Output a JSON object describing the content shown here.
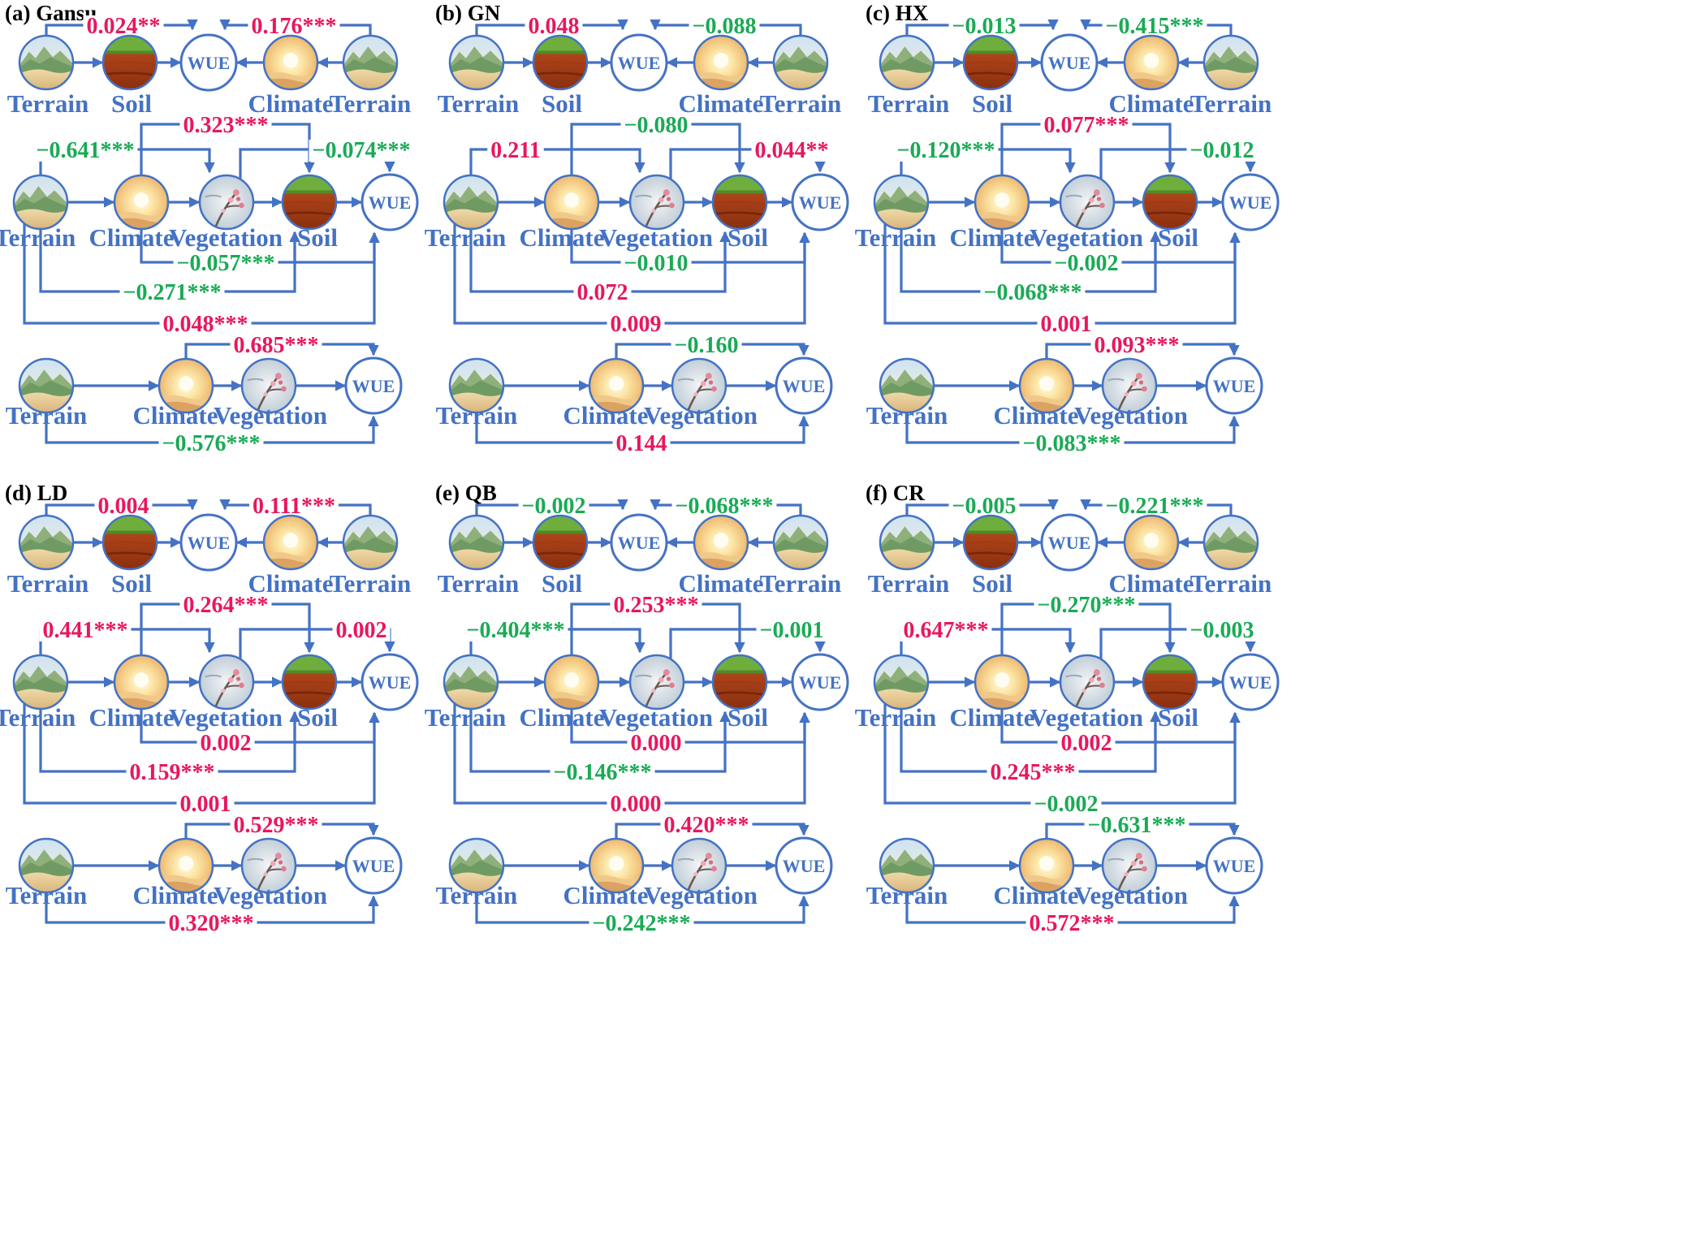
{
  "colors": {
    "line": "#4472c4",
    "positive": "#e8175d",
    "negative": "#1aaa55",
    "title": "#000000",
    "background": "#ffffff"
  },
  "labels": {
    "terrain": "Terrain",
    "soil": "Soil",
    "climate": "Climate",
    "vegetation": "Vegetation",
    "wue": "WUE"
  },
  "icons": {
    "terrain": "mountain-desert-icon",
    "soil": "soil-layers-icon",
    "climate": "sun-climate-icon",
    "vegetation": "vegetation-blossom-icon"
  },
  "panels": [
    {
      "title": "(a) Gansu",
      "coefs": [
        {
          "text": "0.024",
          "stars": "**",
          "sign": "pos"
        },
        {
          "text": "0.176",
          "stars": "***",
          "sign": "pos"
        },
        {
          "text": "−0.641",
          "stars": "***",
          "sign": "neg"
        },
        {
          "text": "0.323",
          "stars": "***",
          "sign": "pos"
        },
        {
          "text": "−0.074",
          "stars": "***",
          "sign": "neg"
        },
        {
          "text": "−0.057",
          "stars": "***",
          "sign": "neg"
        },
        {
          "text": "−0.271",
          "stars": "***",
          "sign": "neg"
        },
        {
          "text": "0.048",
          "stars": "***",
          "sign": "pos"
        },
        {
          "text": "0.685",
          "stars": "***",
          "sign": "pos"
        },
        {
          "text": "−0.576",
          "stars": "***",
          "sign": "neg"
        }
      ]
    },
    {
      "title": "(b) GN",
      "coefs": [
        {
          "text": "0.048",
          "stars": "",
          "sign": "pos"
        },
        {
          "text": "−0.088",
          "stars": "",
          "sign": "neg"
        },
        {
          "text": "0.211",
          "stars": "",
          "sign": "pos"
        },
        {
          "text": "−0.080",
          "stars": "",
          "sign": "neg"
        },
        {
          "text": "0.044",
          "stars": "**",
          "sign": "pos"
        },
        {
          "text": "−0.010",
          "stars": "",
          "sign": "neg"
        },
        {
          "text": "0.072",
          "stars": "",
          "sign": "pos"
        },
        {
          "text": "0.009",
          "stars": "",
          "sign": "pos"
        },
        {
          "text": "−0.160",
          "stars": "",
          "sign": "neg"
        },
        {
          "text": "0.144",
          "stars": "",
          "sign": "pos"
        }
      ]
    },
    {
      "title": "(c) HX",
      "coefs": [
        {
          "text": "−0.013",
          "stars": "",
          "sign": "neg"
        },
        {
          "text": "−0.415",
          "stars": "***",
          "sign": "neg"
        },
        {
          "text": "−0.120",
          "stars": "***",
          "sign": "neg"
        },
        {
          "text": "0.077",
          "stars": "***",
          "sign": "pos"
        },
        {
          "text": "−0.012",
          "stars": "",
          "sign": "neg"
        },
        {
          "text": "−0.002",
          "stars": "",
          "sign": "neg"
        },
        {
          "text": "−0.068",
          "stars": "***",
          "sign": "neg"
        },
        {
          "text": "0.001",
          "stars": "",
          "sign": "pos"
        },
        {
          "text": "0.093",
          "stars": "***",
          "sign": "pos"
        },
        {
          "text": "−0.083",
          "stars": "***",
          "sign": "neg"
        }
      ]
    },
    {
      "title": "(d) LD",
      "coefs": [
        {
          "text": "0.004",
          "stars": "",
          "sign": "pos"
        },
        {
          "text": "0.111",
          "stars": "***",
          "sign": "pos"
        },
        {
          "text": "0.441",
          "stars": "***",
          "sign": "pos"
        },
        {
          "text": "0.264",
          "stars": "***",
          "sign": "pos"
        },
        {
          "text": "0.002",
          "stars": "",
          "sign": "pos"
        },
        {
          "text": "0.002",
          "stars": "",
          "sign": "pos"
        },
        {
          "text": "0.159",
          "stars": "***",
          "sign": "pos"
        },
        {
          "text": "0.001",
          "stars": "",
          "sign": "pos"
        },
        {
          "text": "0.529",
          "stars": "***",
          "sign": "pos"
        },
        {
          "text": "0.320",
          "stars": "***",
          "sign": "pos"
        }
      ]
    },
    {
      "title": "(e) QB",
      "coefs": [
        {
          "text": "−0.002",
          "stars": "",
          "sign": "neg"
        },
        {
          "text": "−0.068",
          "stars": "***",
          "sign": "neg"
        },
        {
          "text": "−0.404",
          "stars": "***",
          "sign": "neg"
        },
        {
          "text": "0.253",
          "stars": "***",
          "sign": "pos"
        },
        {
          "text": "−0.001",
          "stars": "",
          "sign": "neg"
        },
        {
          "text": "0.000",
          "stars": "",
          "sign": "pos"
        },
        {
          "text": "−0.146",
          "stars": "***",
          "sign": "neg"
        },
        {
          "text": "0.000",
          "stars": "",
          "sign": "pos"
        },
        {
          "text": "0.420",
          "stars": "***",
          "sign": "pos"
        },
        {
          "text": "−0.242",
          "stars": "***",
          "sign": "neg"
        }
      ]
    },
    {
      "title": "(f) CR",
      "coefs": [
        {
          "text": "−0.005",
          "stars": "",
          "sign": "neg"
        },
        {
          "text": "−0.221",
          "stars": "***",
          "sign": "neg"
        },
        {
          "text": "0.647",
          "stars": "***",
          "sign": "pos"
        },
        {
          "text": "−0.270",
          "stars": "***",
          "sign": "neg"
        },
        {
          "text": "−0.003",
          "stars": "",
          "sign": "neg"
        },
        {
          "text": "0.002",
          "stars": "",
          "sign": "pos"
        },
        {
          "text": "0.245",
          "stars": "***",
          "sign": "pos"
        },
        {
          "text": "−0.002",
          "stars": "",
          "sign": "neg"
        },
        {
          "text": "−0.631",
          "stars": "***",
          "sign": "neg"
        },
        {
          "text": "0.572",
          "stars": "***",
          "sign": "pos"
        }
      ]
    }
  ]
}
